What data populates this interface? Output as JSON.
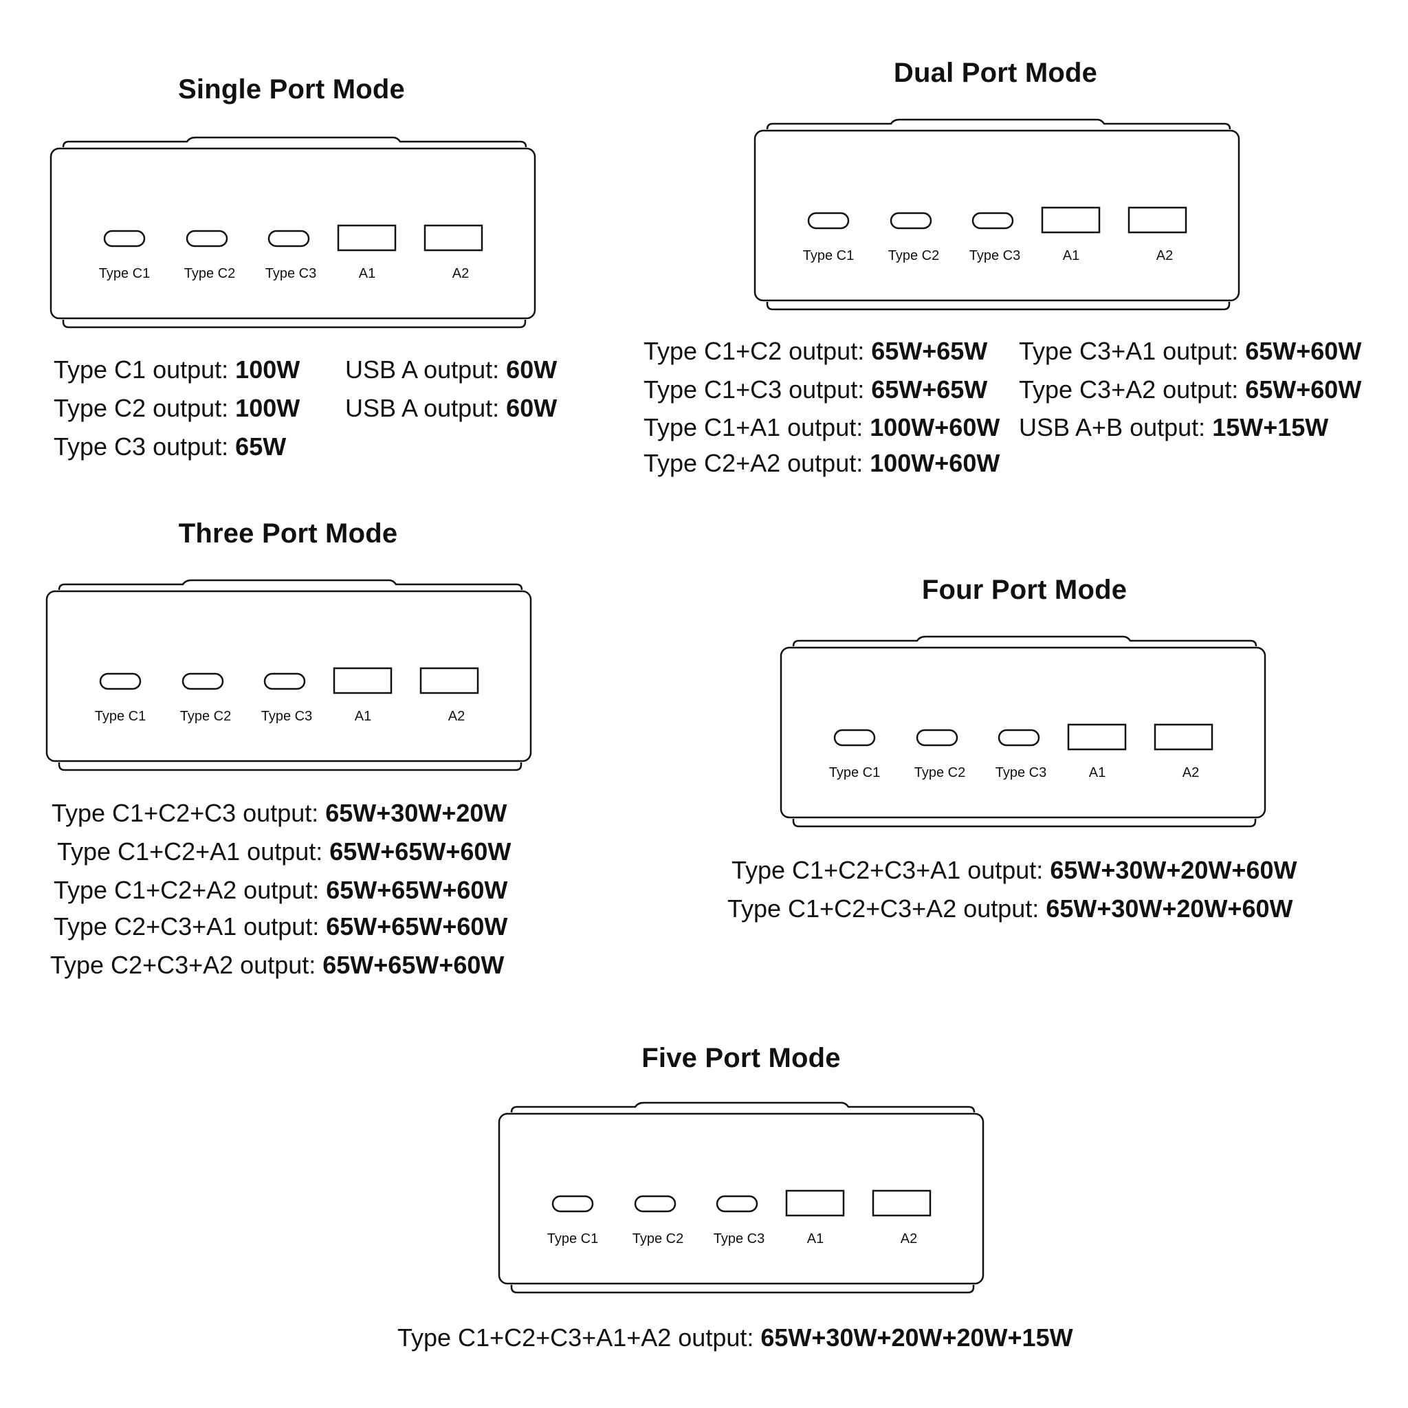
{
  "ports": [
    "Type C1",
    "Type C2",
    "Type C3",
    "A1",
    "A2"
  ],
  "modes": [
    {
      "title": "Single Port Mode",
      "lines": [
        {
          "prefix": "Type C1 output: ",
          "value": "100W"
        },
        {
          "prefix": "Type C2 output: ",
          "value": "100W"
        },
        {
          "prefix": "Type C3 output: ",
          "value": "65W"
        },
        {
          "prefix": "USB A output: ",
          "value": "60W"
        },
        {
          "prefix": "USB A output: ",
          "value": "60W"
        }
      ]
    },
    {
      "title": "Dual Port Mode",
      "lines": [
        {
          "prefix": "Type C1+C2 output: ",
          "value": "65W+65W"
        },
        {
          "prefix": "Type C1+C3 output: ",
          "value": "65W+65W"
        },
        {
          "prefix": "Type C1+A1 output: ",
          "value": "100W+60W"
        },
        {
          "prefix": "Type C2+A2 output: ",
          "value": "100W+60W"
        },
        {
          "prefix": "Type C3+A1 output: ",
          "value": "65W+60W"
        },
        {
          "prefix": "Type C3+A2 output: ",
          "value": "65W+60W"
        },
        {
          "prefix": "USB A+B output: ",
          "value": "15W+15W"
        }
      ]
    },
    {
      "title": "Three Port Mode",
      "lines": [
        {
          "prefix": "Type C1+C2+C3 output: ",
          "value": "65W+30W+20W"
        },
        {
          "prefix": "Type C1+C2+A1 output: ",
          "value": "65W+65W+60W"
        },
        {
          "prefix": "Type C1+C2+A2 output: ",
          "value": "65W+65W+60W"
        },
        {
          "prefix": "Type C2+C3+A1 output: ",
          "value": "65W+65W+60W"
        },
        {
          "prefix": "Type C2+C3+A2 output: ",
          "value": "65W+65W+60W"
        }
      ]
    },
    {
      "title": "Four Port Mode",
      "lines": [
        {
          "prefix": "Type C1+C2+C3+A1 output: ",
          "value": "65W+30W+20W+60W"
        },
        {
          "prefix": "Type C1+C2+C3+A2 output: ",
          "value": "65W+30W+20W+60W"
        }
      ]
    },
    {
      "title": "Five Port Mode",
      "lines": [
        {
          "prefix": "Type C1+C2+C3+A1+A2 output: ",
          "value": "65W+30W+20W+20W+15W"
        }
      ]
    }
  ]
}
